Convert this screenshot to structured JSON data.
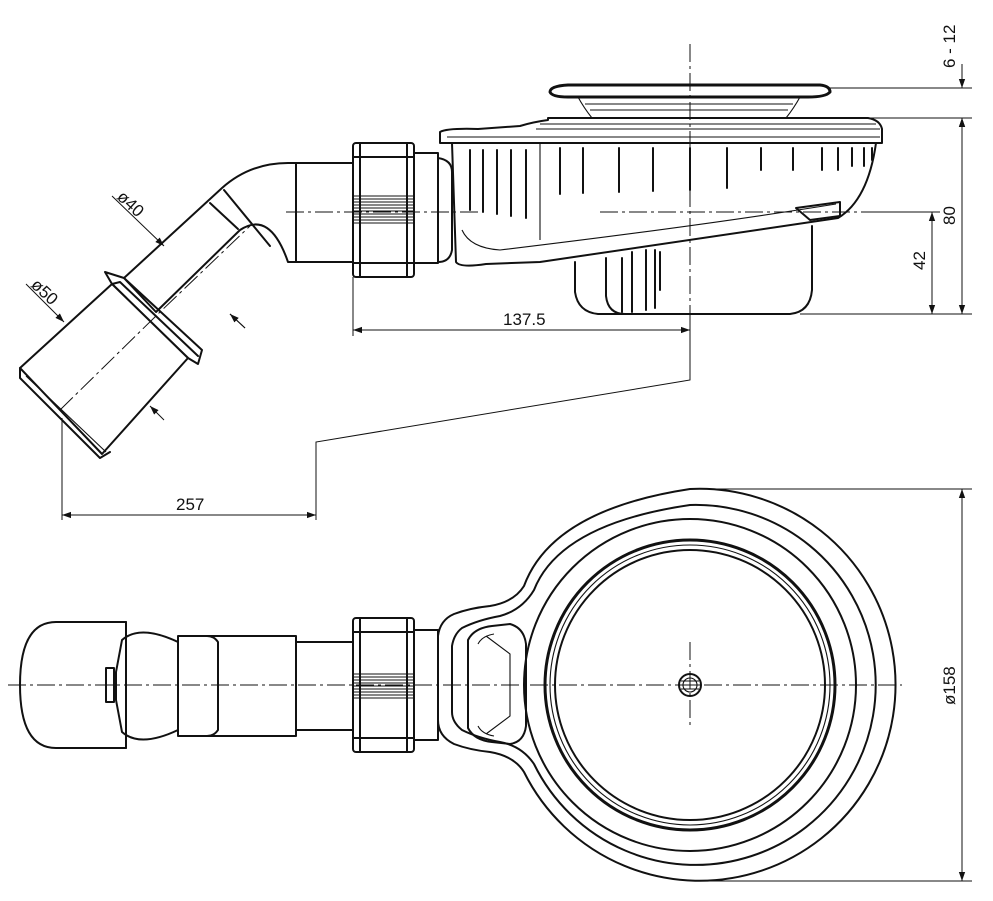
{
  "dimensions": {
    "gap_6_12": "6 - 12",
    "height_80": "80",
    "height_42": "42",
    "offset_137_5": "137.5",
    "length_257": "257",
    "pipe_d40": "ø40",
    "pipe_d50": "ø50",
    "diameter_158": "ø158"
  }
}
